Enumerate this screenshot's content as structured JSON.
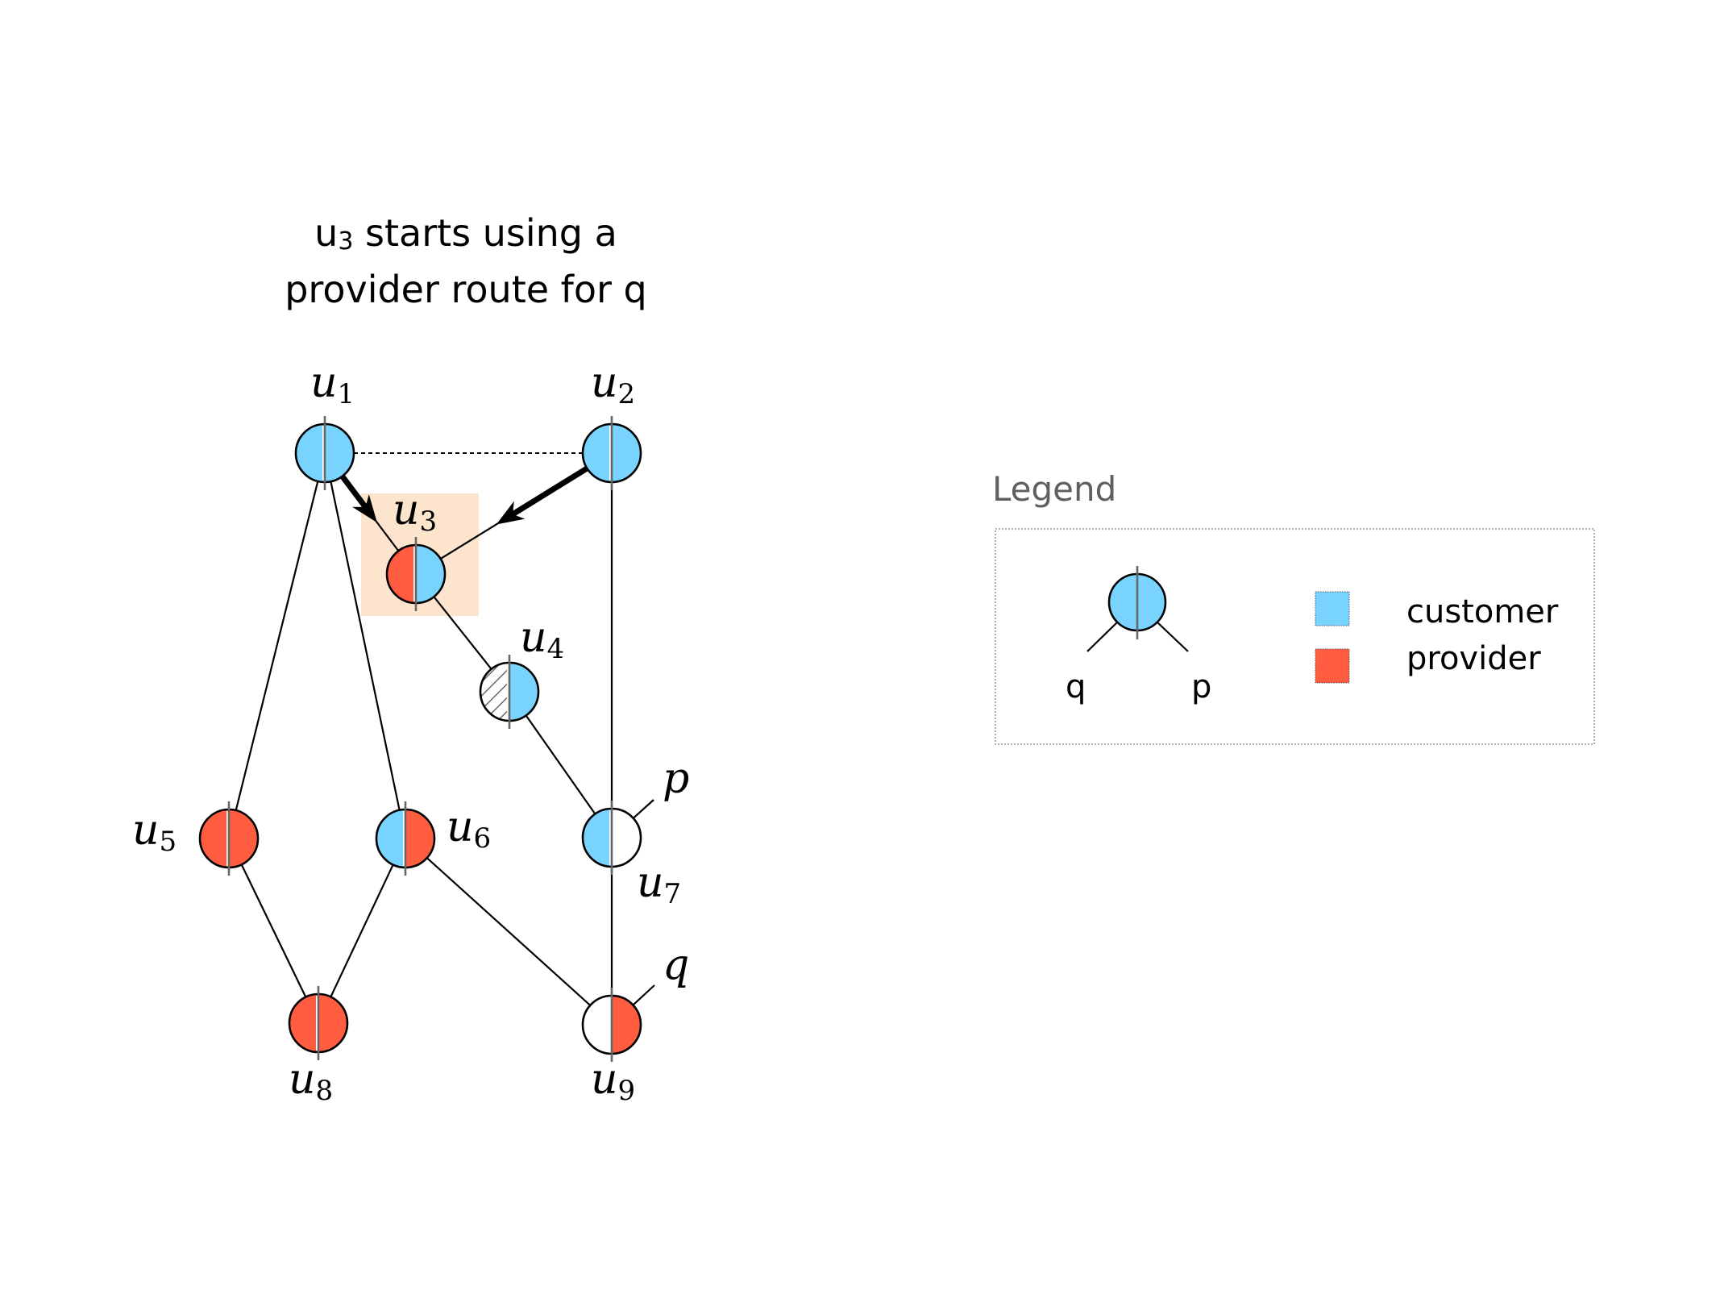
{
  "title": {
    "line1_prefix": "u",
    "line1_sub": "3",
    "line1_rest": " starts using a",
    "line2": "provider route for q"
  },
  "colors": {
    "customer": "#78d4ff",
    "provider": "#ff5c40",
    "highlight": "#fde4cc",
    "unknown_hatch": "#666666",
    "empty": "#ffffff"
  },
  "nodes": [
    {
      "id": "u1",
      "label": "u",
      "sub": "1",
      "left": "customer",
      "right": "customer"
    },
    {
      "id": "u2",
      "label": "u",
      "sub": "2",
      "left": "customer",
      "right": "customer"
    },
    {
      "id": "u3",
      "label": "u",
      "sub": "3",
      "left": "provider",
      "right": "customer",
      "highlighted": true
    },
    {
      "id": "u4",
      "label": "u",
      "sub": "4",
      "left": "hatched",
      "right": "customer"
    },
    {
      "id": "u5",
      "label": "u",
      "sub": "5",
      "left": "provider",
      "right": "provider"
    },
    {
      "id": "u6",
      "label": "u",
      "sub": "6",
      "left": "customer",
      "right": "provider"
    },
    {
      "id": "u7",
      "label": "u",
      "sub": "7",
      "left": "customer",
      "right": "empty",
      "stub": "p"
    },
    {
      "id": "u8",
      "label": "u",
      "sub": "8",
      "left": "provider",
      "right": "provider"
    },
    {
      "id": "u9",
      "label": "u",
      "sub": "9",
      "left": "empty",
      "right": "provider",
      "stub": "q"
    }
  ],
  "edges": [
    {
      "from": "u1",
      "to": "u2",
      "style": "dashed"
    },
    {
      "from": "u1",
      "to": "u3",
      "style": "arrow"
    },
    {
      "from": "u2",
      "to": "u3",
      "style": "arrow"
    },
    {
      "from": "u1",
      "to": "u5",
      "style": "solid"
    },
    {
      "from": "u1",
      "to": "u6",
      "style": "solid"
    },
    {
      "from": "u2",
      "to": "u7",
      "style": "solid"
    },
    {
      "from": "u3",
      "to": "u4",
      "style": "solid"
    },
    {
      "from": "u4",
      "to": "u7",
      "style": "solid"
    },
    {
      "from": "u5",
      "to": "u8",
      "style": "solid"
    },
    {
      "from": "u6",
      "to": "u8",
      "style": "solid"
    },
    {
      "from": "u6",
      "to": "u9",
      "style": "solid"
    },
    {
      "from": "u7",
      "to": "u9",
      "style": "solid"
    }
  ],
  "stub_labels": {
    "p": "p",
    "q": "q"
  },
  "legend": {
    "title": "Legend",
    "node_left_label": "q",
    "node_right_label": "p",
    "items": [
      {
        "key": "customer",
        "label": "customer"
      },
      {
        "key": "provider",
        "label": "provider"
      }
    ]
  }
}
